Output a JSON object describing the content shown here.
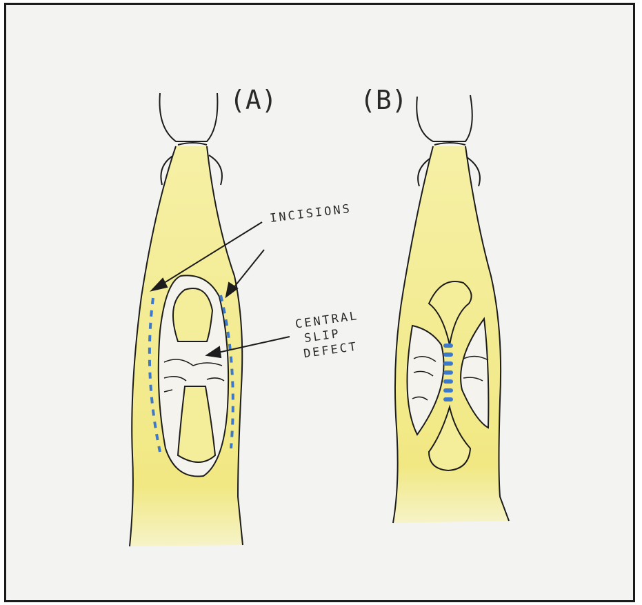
{
  "panels": {
    "a": {
      "label": "(A)"
    },
    "b": {
      "label": "(B)"
    }
  },
  "annotations": {
    "incisions": "INCISIONS",
    "central_slip_defect": [
      "CENTRAL",
      "SLIP",
      "DEFECT"
    ]
  },
  "colors": {
    "skin_fill": "#f4ee9a",
    "skin_shade": "#efe27a",
    "ink": "#1c1c1c",
    "incision_marks": "#3d78c9",
    "background": "#f3f3f1"
  }
}
